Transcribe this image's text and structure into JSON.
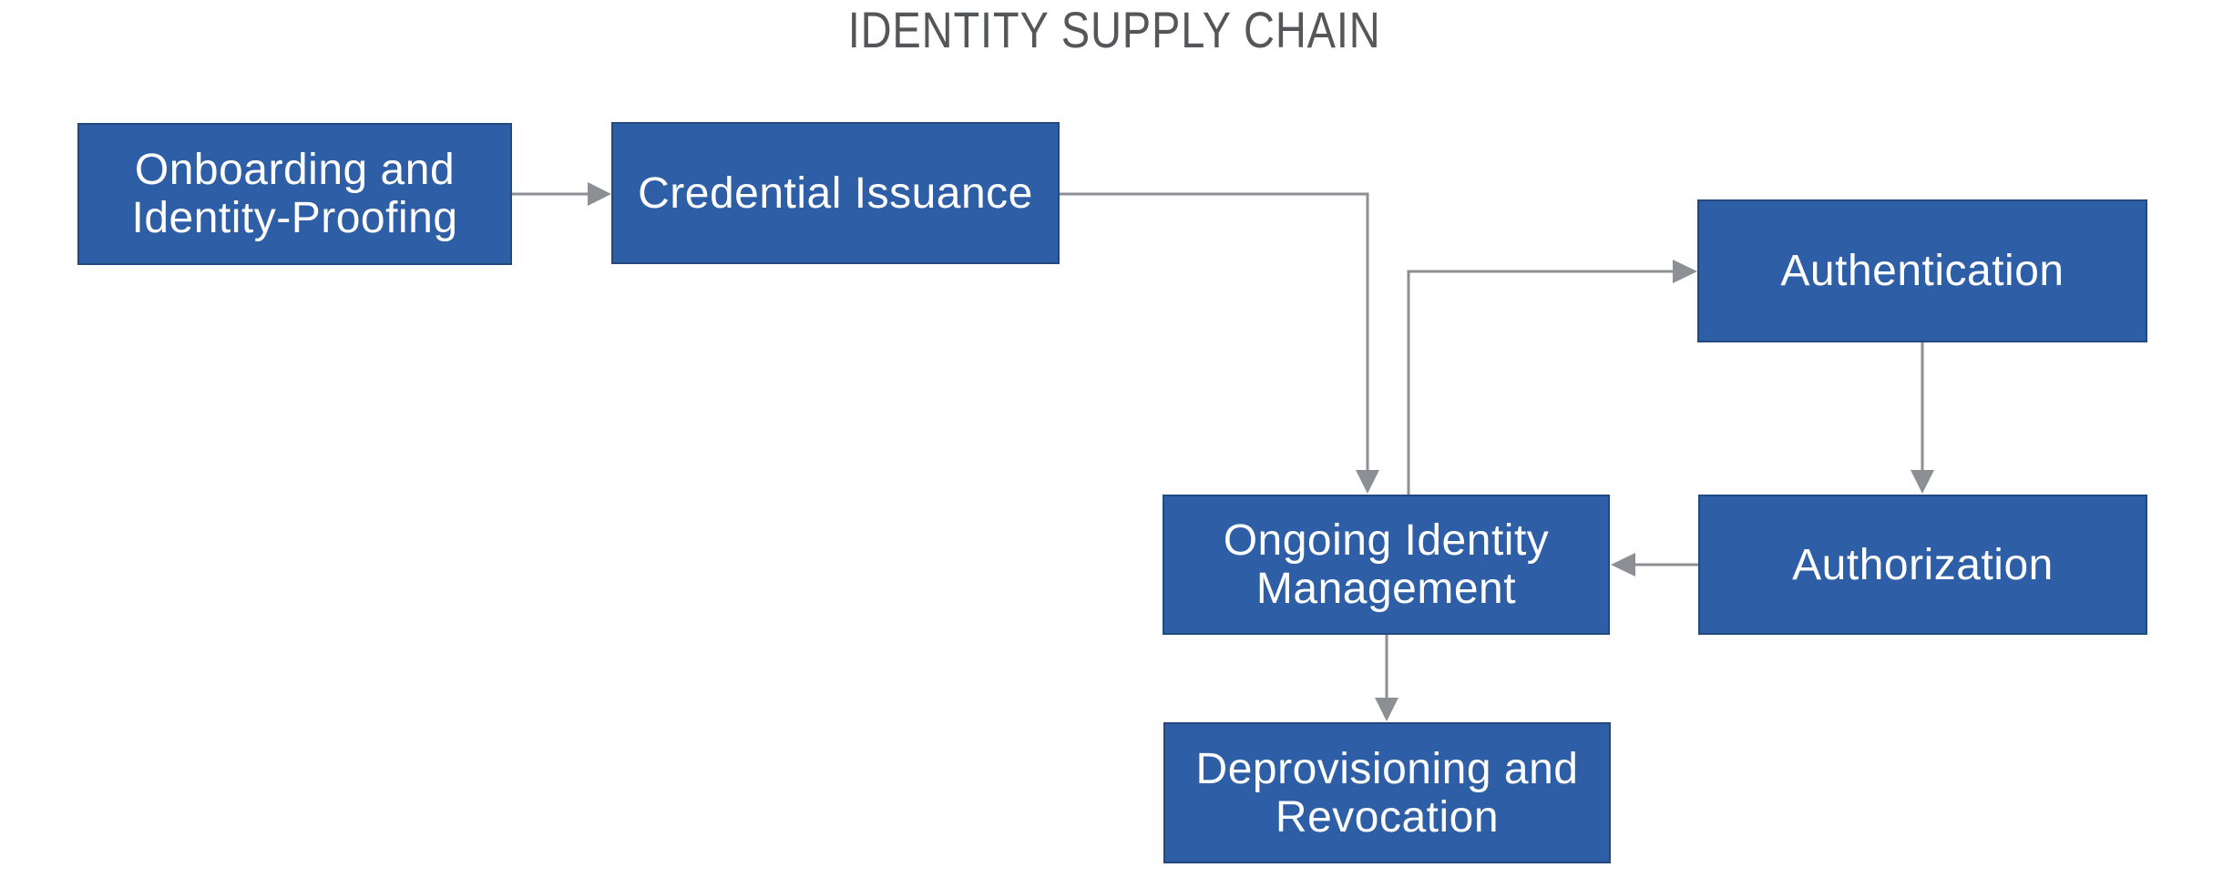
{
  "title": "IDENTITY SUPPLY CHAIN",
  "colors": {
    "node_fill": "#2e5ea6",
    "node_border": "#24497f",
    "node_text": "#ffffff",
    "connector": "#8c8f93",
    "title_text": "#55565a",
    "background": "#ffffff"
  },
  "nodes": [
    {
      "id": "onboarding",
      "label": "Onboarding and\nIdentity-Proofing"
    },
    {
      "id": "credential-issuance",
      "label": "Credential Issuance"
    },
    {
      "id": "authentication",
      "label": "Authentication"
    },
    {
      "id": "ongoing-identity-management",
      "label": "Ongoing Identity\nManagement"
    },
    {
      "id": "authorization",
      "label": "Authorization"
    },
    {
      "id": "deprovisioning-and-revocation",
      "label": "Deprovisioning and\nRevocation"
    }
  ],
  "edges": [
    {
      "from": "onboarding",
      "to": "credential-issuance"
    },
    {
      "from": "credential-issuance",
      "to": "ongoing-identity-management"
    },
    {
      "from": "ongoing-identity-management",
      "to": "authentication"
    },
    {
      "from": "authentication",
      "to": "authorization"
    },
    {
      "from": "authorization",
      "to": "ongoing-identity-management"
    },
    {
      "from": "ongoing-identity-management",
      "to": "deprovisioning-and-revocation"
    }
  ]
}
